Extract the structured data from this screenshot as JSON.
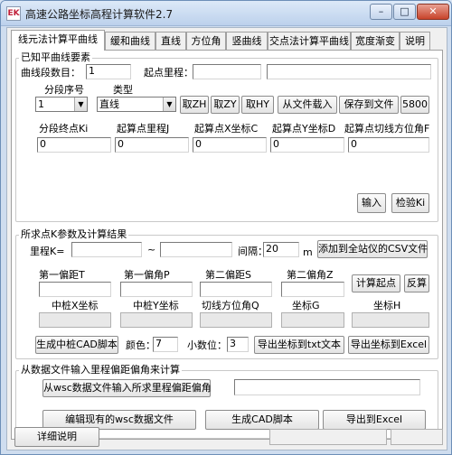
{
  "window": {
    "title": "高速公路坐标高程计算软件2.7",
    "icon_text": "EK",
    "controls": {
      "minimize": "–",
      "maximize": "□",
      "close": "✕"
    }
  },
  "tabs": [
    "线元法计算平曲线",
    "缓和曲线",
    "直线",
    "方位角",
    "竖曲线",
    "交点法计算平曲线",
    "宽度渐变",
    "说明"
  ],
  "curve": {
    "group_label": "已知平曲线要素",
    "segment_count_label": "曲线段数目：",
    "segment_count_value": "1",
    "start_station_label": "起点里程：",
    "start_station_value": "",
    "start_station_extra": "",
    "seq_label": "分段序号",
    "seq_value": "1",
    "type_label": "类型",
    "type_value": "直线",
    "buttons": {
      "take_zh": "取ZH",
      "take_zy": "取ZY",
      "take_hy": "取HY",
      "load_file": "从文件载入",
      "save_file": "保存到文件",
      "c5800": "5800"
    },
    "fields": [
      {
        "label": "分段终点Ki",
        "value": "0"
      },
      {
        "label": "起算点里程J",
        "value": "0"
      },
      {
        "label": "起算点X坐标C",
        "value": "0"
      },
      {
        "label": "起算点Y坐标D",
        "value": "0"
      },
      {
        "label": "起算点切线方位角F",
        "value": "0"
      }
    ],
    "input_button": "输入",
    "check_button": "检验Ki"
  },
  "result": {
    "group_label": "所求点K参数及计算结果",
    "station_label": "里程K=",
    "tilde": "~",
    "station_from": "",
    "station_to": "",
    "interval_label": "间隔：",
    "interval_value": "20",
    "interval_unit": "m",
    "csv_button": "添加到全站仪的CSV文件",
    "offsets": [
      {
        "label": "第一偏距T",
        "value": ""
      },
      {
        "label": "第一偏角P",
        "value": ""
      },
      {
        "label": "第二偏距S",
        "value": ""
      },
      {
        "label": "第二偏角Z",
        "value": ""
      }
    ],
    "calc_start_button": "计算起点",
    "reverse_button": "反算",
    "outputs": [
      {
        "label": "中桩X坐标",
        "value": ""
      },
      {
        "label": "中桩Y坐标",
        "value": ""
      },
      {
        "label": "切线方位角Q",
        "value": ""
      },
      {
        "label": "坐标G",
        "value": ""
      },
      {
        "label": "坐标H",
        "value": ""
      }
    ],
    "cad_button": "生成中桩CAD脚本",
    "color_label": "颜色：",
    "color_value": "7",
    "decimal_label": "小数位：",
    "decimal_value": "3",
    "export_txt_button": "导出坐标到txt文本",
    "export_excel_button": "导出坐标到Excel"
  },
  "wsc": {
    "group_label": "从数据文件输入里程偏距偏角来计算",
    "input_button": "从wsc数据文件输入所求里程偏距偏角",
    "path_value": "",
    "edit_button": "编辑现有的wsc数据文件",
    "cad_button": "生成CAD脚本",
    "excel_button": "导出到Excel"
  },
  "footer": {
    "detail_button": "详细说明",
    "status_a": "",
    "status_b": ""
  }
}
